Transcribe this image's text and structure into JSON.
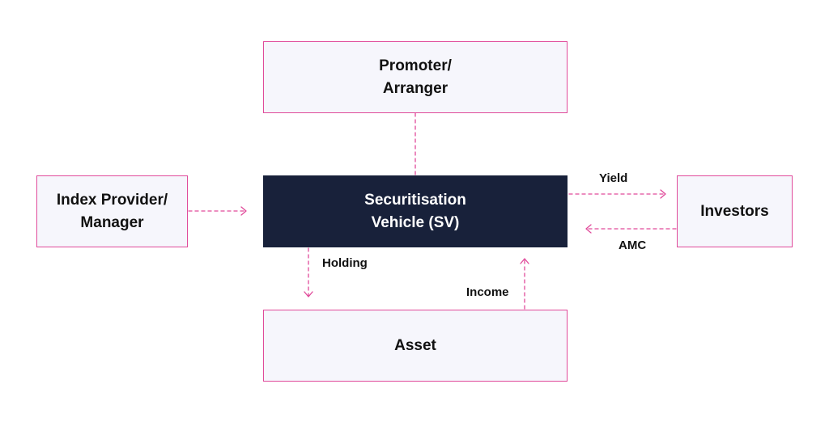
{
  "nodes": {
    "promoter": "Promoter/\nArranger",
    "index_provider": "Index Provider/\nManager",
    "securitisation_vehicle": "Securitisation\nVehicle (SV)",
    "investors": "Investors",
    "asset": "Asset"
  },
  "edges": {
    "yield": "Yield",
    "amc": "AMC",
    "holding": "Holding",
    "income": "Income"
  },
  "colors": {
    "accent": "#e04a9a",
    "box_fill": "#f6f6fc",
    "dark_box_fill": "#18213a"
  }
}
